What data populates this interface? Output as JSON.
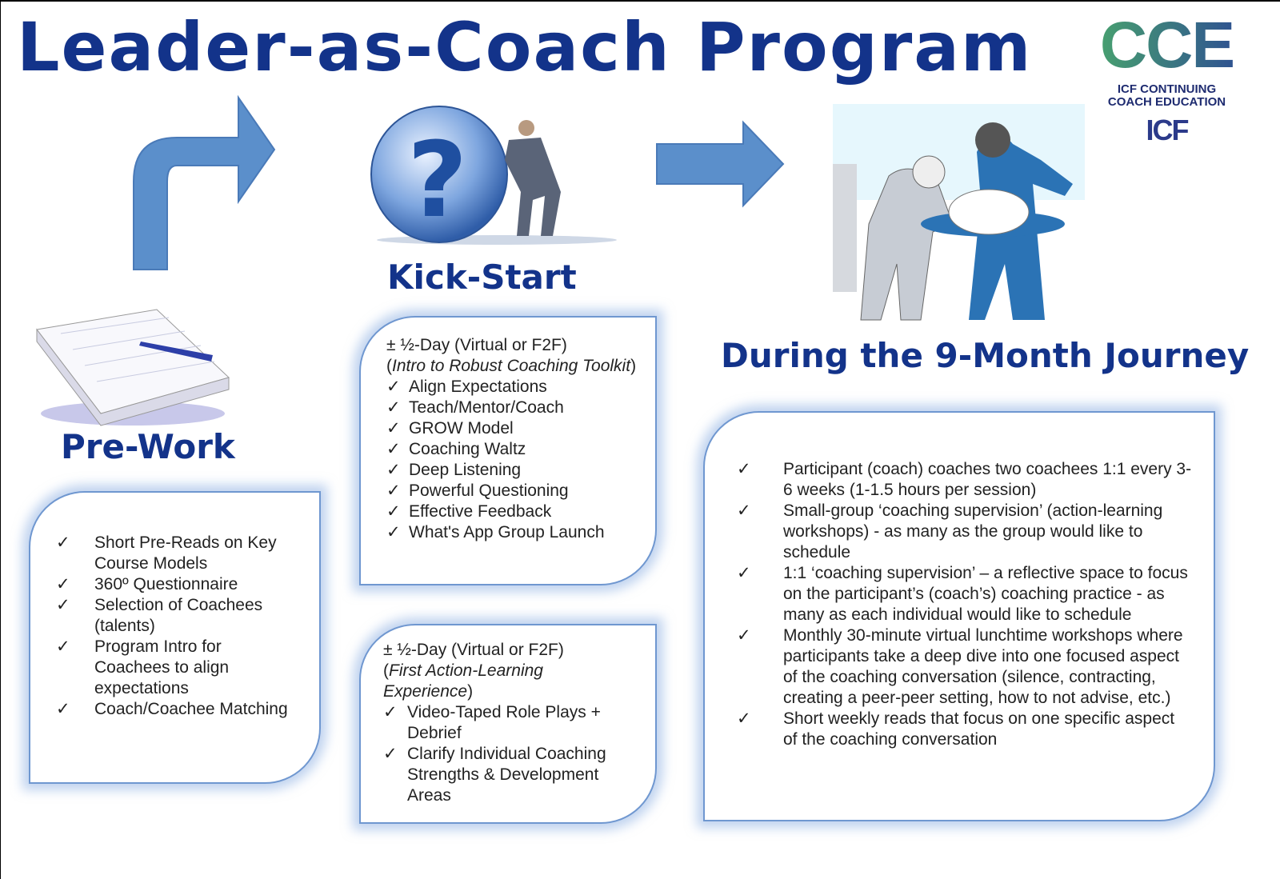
{
  "title": "Leader-as-Coach Program",
  "logo": {
    "main": "CCE",
    "line1": "ICF CONTINUING",
    "line2": "COACH EDUCATION",
    "sub": "ICF"
  },
  "colors": {
    "title": "#13338a",
    "arrow": "#5b8fcb",
    "box_border": "#6f97d0"
  },
  "check": "✓",
  "prework": {
    "heading": "Pre-Work",
    "items": [
      "Short Pre-Reads on Key Course Models",
      "360º Questionnaire",
      "Selection of Coachees (talents)",
      "Program Intro for Coachees to align expectations",
      "Coach/Coachee Matching"
    ]
  },
  "kickstart": {
    "heading": "Kick-Start",
    "box1": {
      "line": "± ½-Day (Virtual or F2F)",
      "sub_open": "(",
      "sub": "Intro to Robust Coaching Toolkit",
      "sub_close": ")",
      "items": [
        "Align Expectations",
        "Teach/Mentor/Coach",
        "GROW Model",
        "Coaching Waltz",
        "Deep Listening",
        "Powerful Questioning",
        "Effective Feedback",
        "What's App Group Launch"
      ]
    },
    "box2": {
      "line": "± ½-Day (Virtual or F2F)",
      "sub_open": "(",
      "sub": "First Action-Learning Experience",
      "sub_close": ")",
      "items": [
        "Video-Taped Role Plays + Debrief",
        "Clarify Individual Coaching Strengths & Development Areas"
      ]
    }
  },
  "journey": {
    "heading": "During the 9-Month Journey",
    "items": [
      "Participant (coach) coaches two coachees 1:1 every 3-6 weeks (1-1.5 hours per session)",
      "Small-group ‘coaching supervision’ (action-learning workshops) - as many as the group would like to schedule",
      "1:1 ‘coaching supervision’ – a reflective space to focus on the participant’s (coach’s) coaching practice - as many as each individual would like to schedule",
      "Monthly 30-minute virtual lunchtime workshops where participants take a deep dive into one focused aspect of the coaching conversation (silence, contracting, creating a peer-peer setting, how to not advise, etc.)",
      "Short weekly reads that focus on one specific aspect of the coaching conversation"
    ]
  }
}
